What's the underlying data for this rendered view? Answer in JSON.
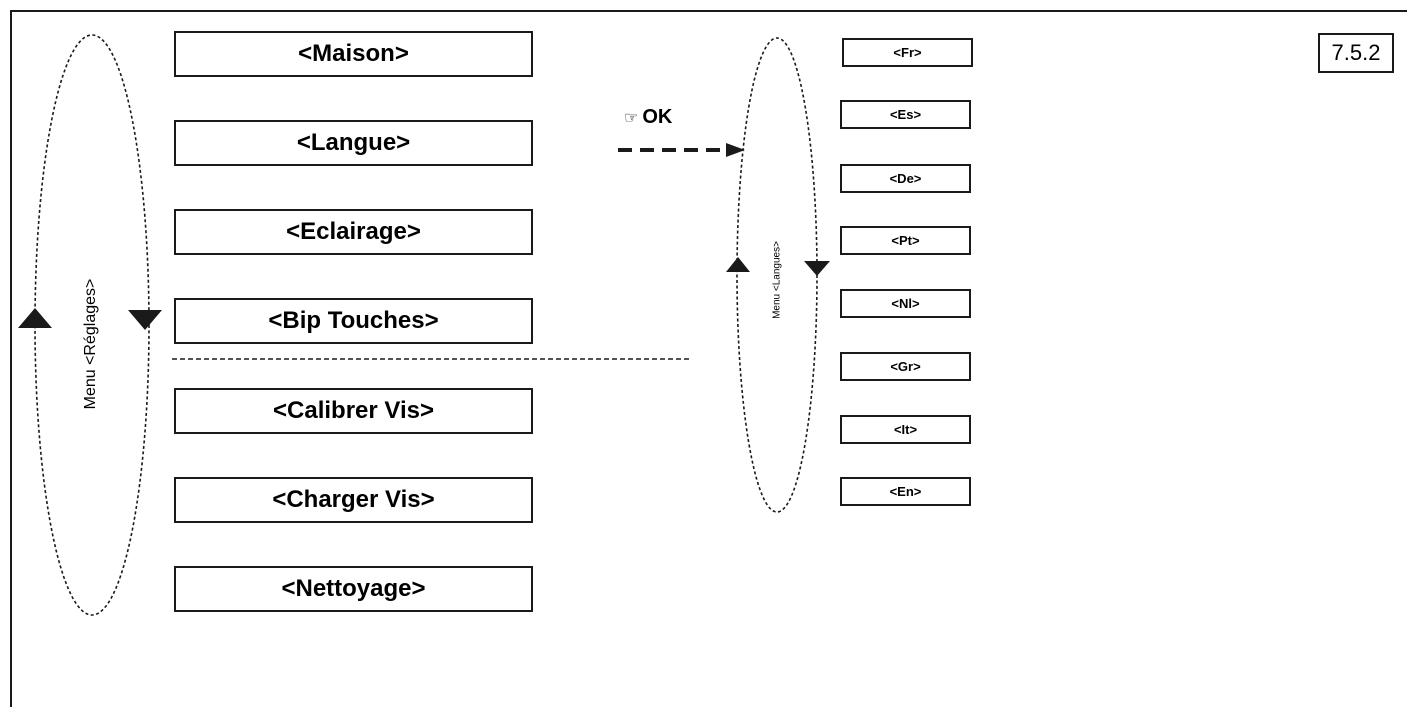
{
  "figure_ref": "7.5.2",
  "settings_menu": {
    "title": "Menu <Réglages>",
    "items": [
      "<Maison>",
      "<Langue>",
      "<Eclairage>",
      "<Bip Touches>",
      "<Calibrer Vis>",
      "<Charger Vis>",
      "<Nettoyage>"
    ]
  },
  "action": {
    "icon": "pointing-hand-icon",
    "label": "OK"
  },
  "language_menu": {
    "title": "Menu <Langues>",
    "items": [
      "<Fr>",
      "<Es>",
      "<De>",
      "<Pt>",
      "<Nl>",
      "<Gr>",
      "<It>",
      "<En>"
    ]
  }
}
